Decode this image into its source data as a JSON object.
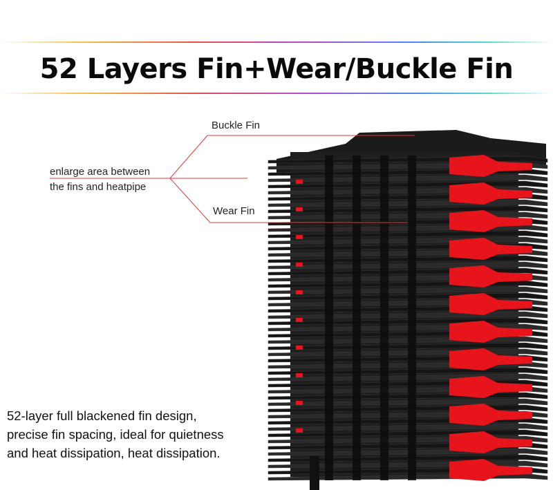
{
  "header": {
    "title": "52 Layers Fin+Wear/Buckle Fin"
  },
  "callouts": {
    "buckle_fin": "Buckle Fin",
    "wear_fin": "Wear Fin",
    "enlarge_line1": "enlarge area between",
    "enlarge_line2": "the fins and heatpipe"
  },
  "description": {
    "line1": "52-layer full blackened fin design,",
    "line2": "precise fin spacing, ideal for quietness",
    "line3": "and heat dissipation, heat dissipation."
  },
  "colors": {
    "fin_black": "#151515",
    "fin_red": "#e8141c",
    "callout_line": "#e03a3a",
    "text": "#111111"
  }
}
